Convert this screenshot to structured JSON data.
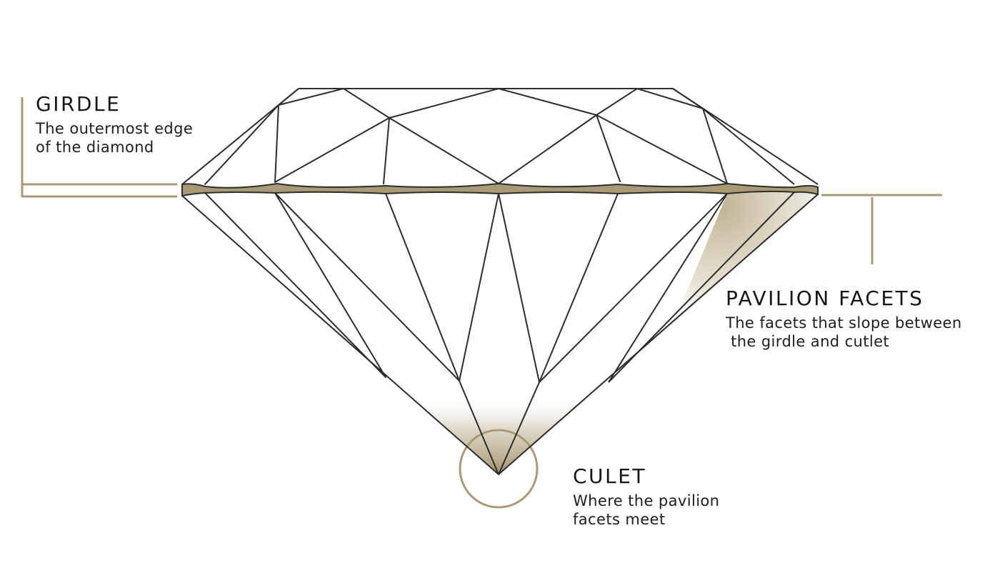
{
  "accent_color": "#a89a76",
  "line_color": "#2d2d2d",
  "labels": {
    "girdle": {
      "title": "GIRDLE",
      "desc_line1": "The outermost edge",
      "desc_line2": "of the diamond"
    },
    "pavilion": {
      "title": "PAVILION FACETS",
      "desc_line1": "The facets that slope between",
      "desc_line2": " the girdle and cutlet"
    },
    "culet": {
      "title": "CULET",
      "desc_line1": "Where the pavilion",
      "desc_line2": "facets meet"
    }
  }
}
